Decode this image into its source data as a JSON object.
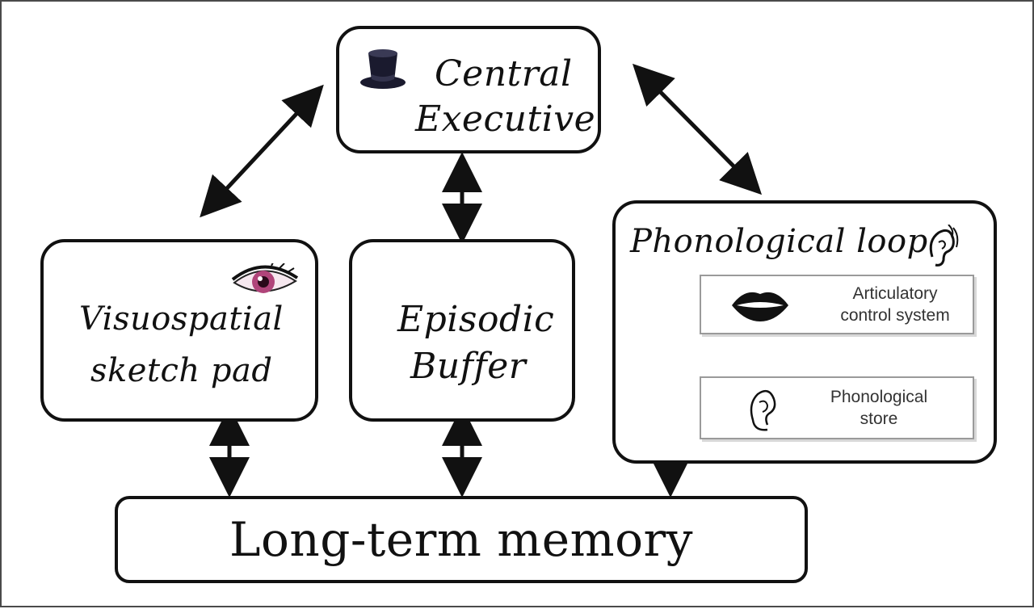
{
  "boxes": {
    "central_executive": {
      "line1": "Central",
      "line2": "Executive"
    },
    "visuospatial": {
      "line1": "Visuospatial",
      "line2": "sketch pad"
    },
    "episodic_buffer": {
      "line1": "Episodic",
      "line2": "Buffer"
    },
    "phonological_loop": {
      "title": "Phonological loop",
      "articulatory": {
        "line1": "Articulatory",
        "line2": "control system"
      },
      "store": {
        "line1": "Phonological",
        "line2": "store"
      }
    },
    "long_term_memory": {
      "label": "Long-term memory"
    }
  },
  "icons": {
    "central_executive": "top-hat-icon",
    "visuospatial": "eye-icon",
    "phonological_loop": "ear-icon",
    "articulatory": "lips-icon",
    "store": "ear-icon"
  },
  "colors": {
    "stroke": "#111111",
    "inner_border": "#9a9a9a",
    "eye_iris": "#b0457a",
    "hat": "#1a1a2e"
  }
}
